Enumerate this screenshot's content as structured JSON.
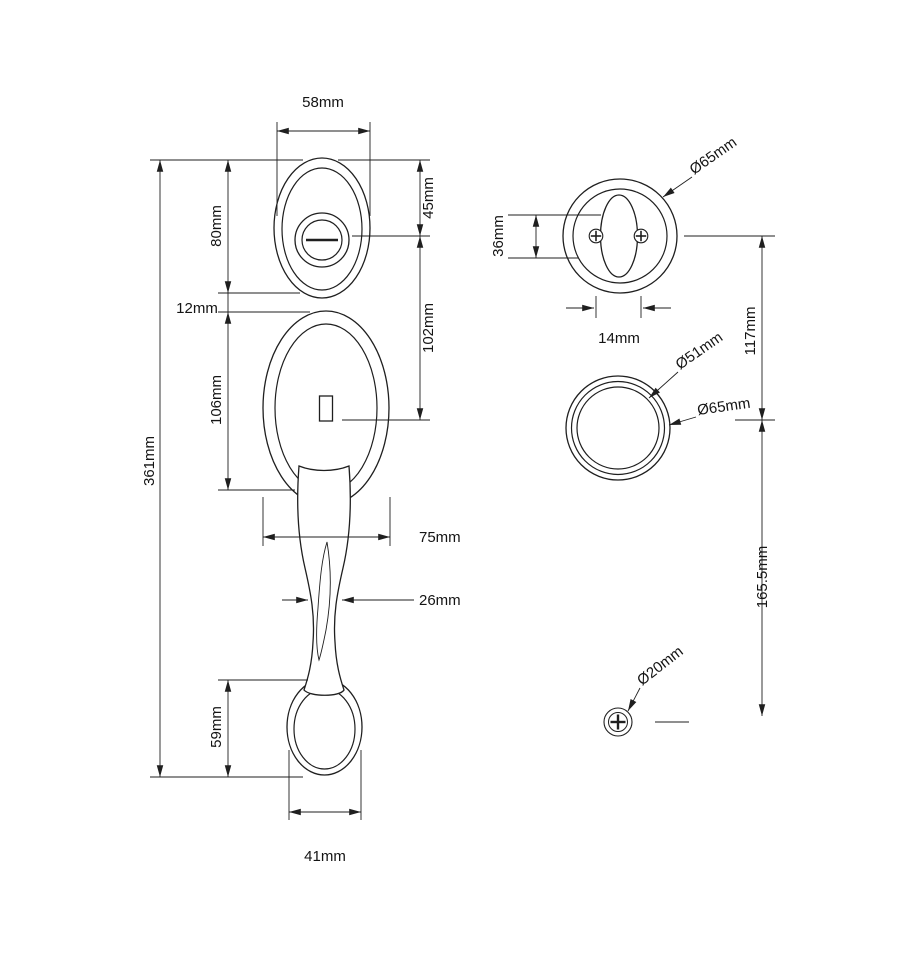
{
  "page": {
    "background": "#ffffff",
    "line_color": "#1f1f1f"
  },
  "dims": {
    "w58": "58mm",
    "h45": "45mm",
    "h80": "80mm",
    "h12": "12mm",
    "h102": "102mm",
    "h106": "106mm",
    "h361": "361mm",
    "w75": "75mm",
    "w26": "26mm",
    "h59": "59mm",
    "w41": "41mm",
    "dia65_deadbolt": "Ø65mm",
    "h36": "36mm",
    "w14": "14mm",
    "h117": "117mm",
    "dia51": "Ø51mm",
    "dia65_rose": "Ø65mm",
    "h165_5": "165.5mm",
    "dia20": "Ø20mm"
  }
}
